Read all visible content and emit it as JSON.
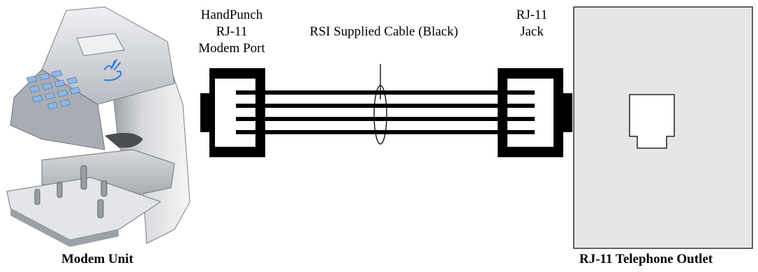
{
  "labels": {
    "handpunch_line1": "HandPunch",
    "handpunch_line2": "RJ-11",
    "handpunch_line3": "Modem Port",
    "cable": "RSI Supplied Cable (Black)",
    "jack_line1": "RJ-11",
    "jack_line2": "Jack",
    "modem_caption": "Modem Unit",
    "outlet_caption": "RJ-11 Telephone Outlet"
  },
  "colors": {
    "line": "#000000",
    "outlet_fill": "#e6e6e6",
    "device_body": "#c9ccd1",
    "keypad": "#8fb7e6",
    "hand_logo": "#2f7fd1"
  },
  "cable": {
    "conductors": 4
  }
}
